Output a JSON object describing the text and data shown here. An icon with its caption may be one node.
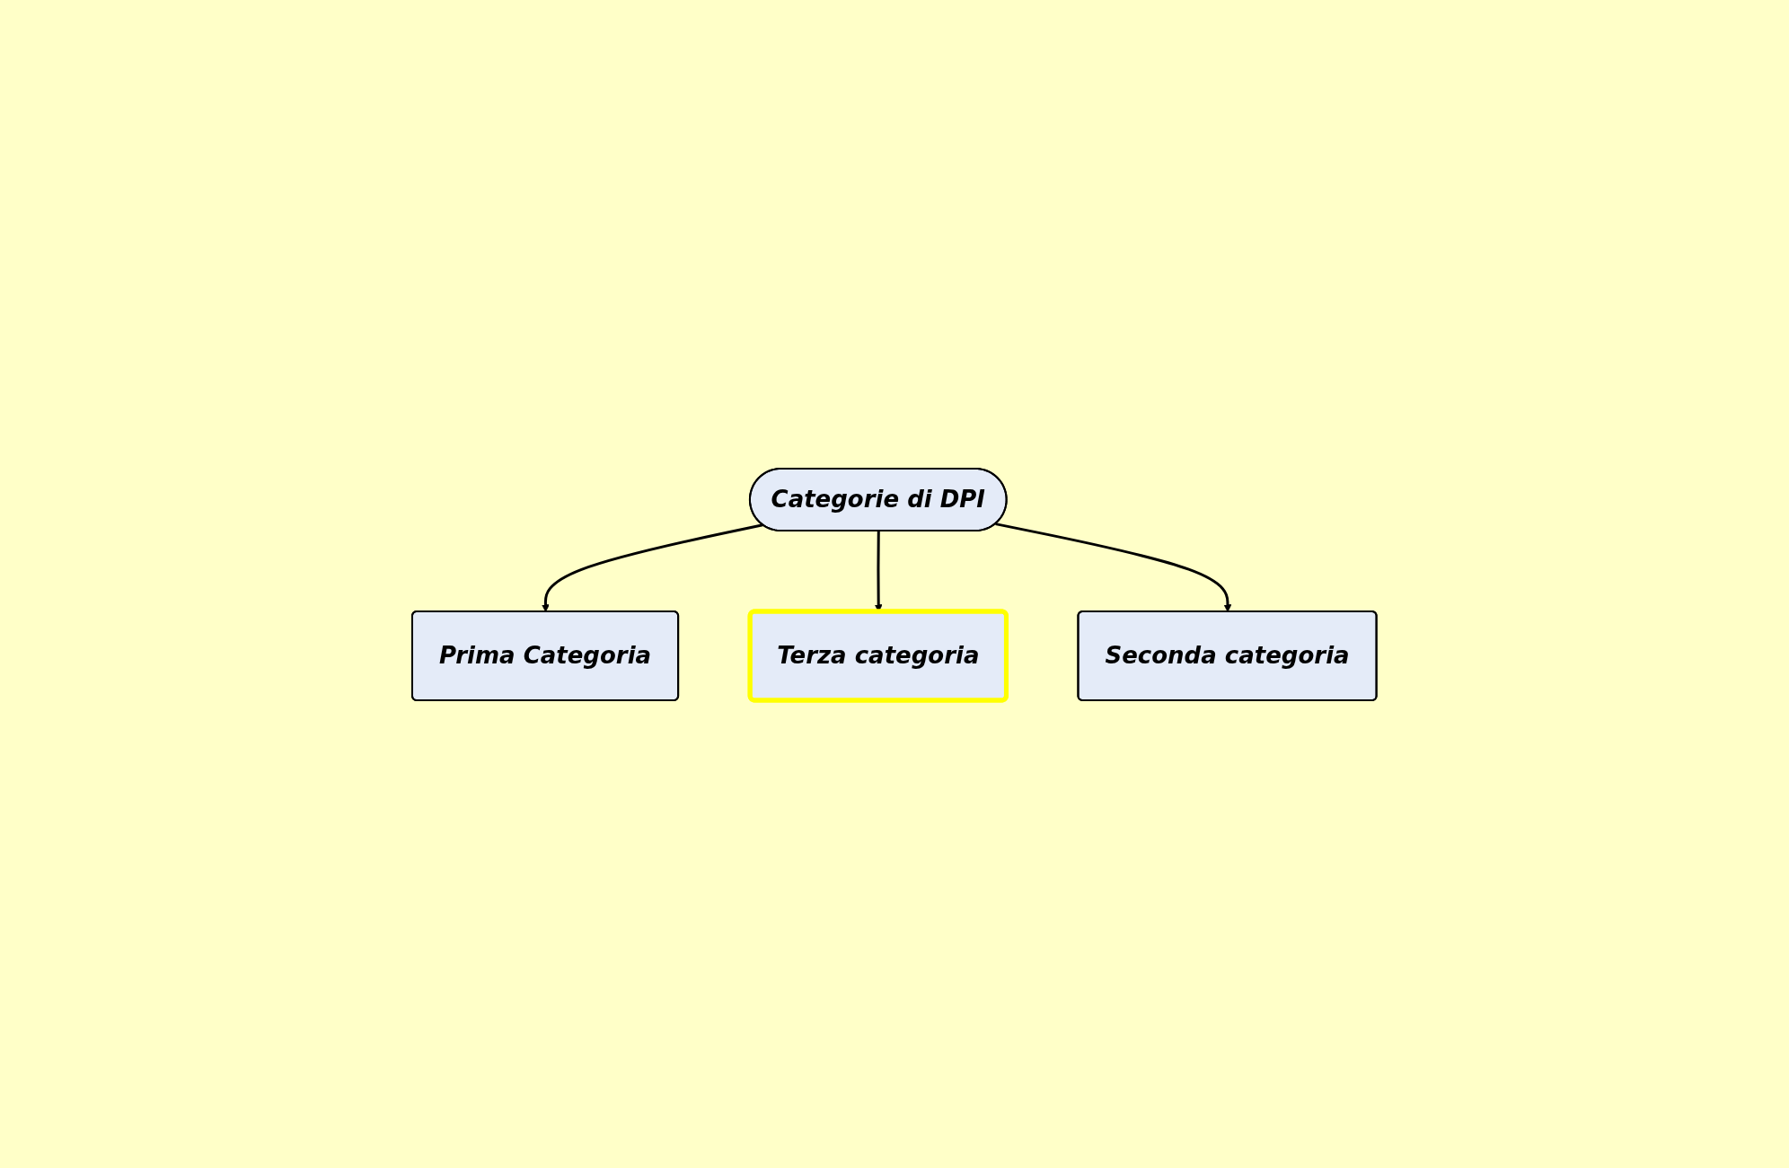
{
  "diagram": {
    "nodes": [
      {
        "text": [
          "Prima Categoria"
        ]
      },
      {
        "text": [
          "Categorie di DPI"
        ]
      },
      {
        "text": [
          "Terza categoria"
        ]
      },
      {
        "text": [
          "Seconda categoria"
        ]
      }
    ],
    "edges": [
      {
        "from": 1,
        "to": 0,
        "arrow": "to"
      },
      {
        "from": 1,
        "to": 2,
        "arrow": "to"
      },
      {
        "from": 1,
        "to": 3,
        "arrow": "to"
      }
    ]
  }
}
